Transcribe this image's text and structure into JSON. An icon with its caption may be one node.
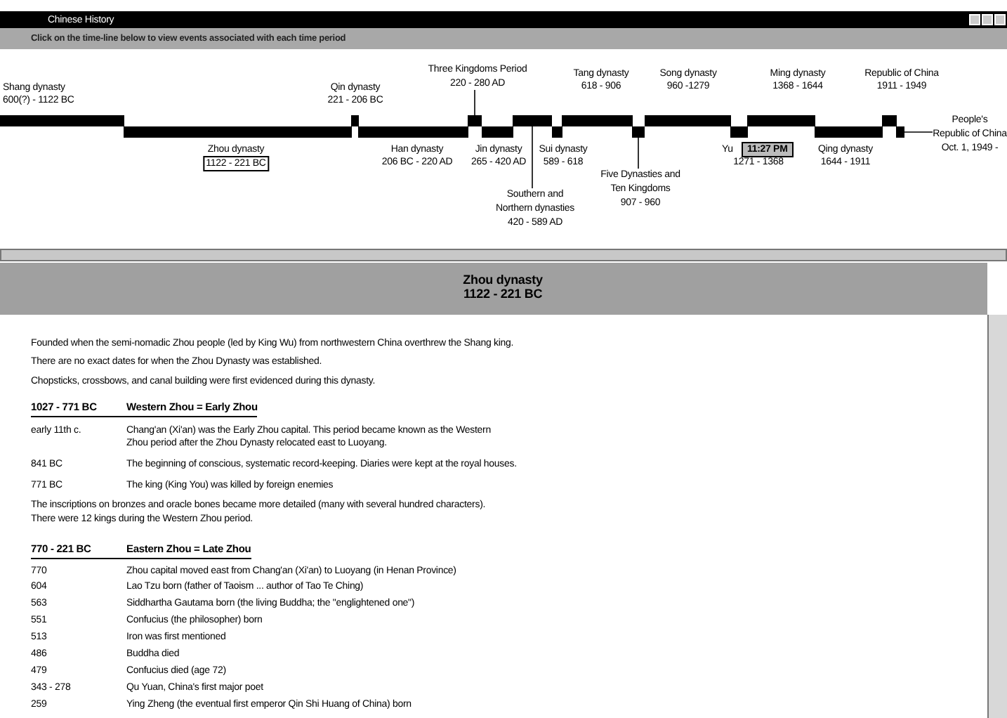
{
  "diagram": {
    "nodes": [
      {
        "text": [
          "Three Kingdoms Period",
          "220 - 280 AD"
        ]
      },
      {
        "text": [],
        "shape": "bar"
      },
      {
        "text": [
          "Southern and Northern dynasties",
          "420 - 589 AD"
        ]
      },
      {
        "text": [],
        "shape": "bar"
      },
      {
        "text": [
          "Five Dynasties and Ten Kingdoms",
          "907 - 960"
        ]
      },
      {
        "text": [],
        "shape": "bar"
      },
      {
        "text": [
          "People's Republic of China",
          "Oct. 1, 1949 -"
        ]
      },
      {
        "text": [],
        "shape": "bar"
      }
    ],
    "edges": [
      {
        "from": 0,
        "to": 1,
        "arrow": "none"
      },
      {
        "from": 2,
        "to": 3,
        "arrow": "none"
      },
      {
        "from": 4,
        "to": 5,
        "arrow": "none"
      },
      {
        "from": 6,
        "to": 7,
        "arrow": "none"
      }
    ],
    "labels": [
      "Chinese History",
      "Click on the time-line below to view events associated with each time period",
      "Shang dynasty",
      "600(?) - 1122 BC",
      "Qin dynasty",
      "221 - 206 BC",
      "Tang dynasty",
      "618 - 906",
      "Song dynasty",
      "960 -1279",
      "Ming dynasty",
      "1368 - 1644",
      "Republic of China",
      "1911 - 1949",
      "Zhou dynasty",
      "1122 - 221 BC",
      "Han dynasty",
      "206 BC - 220 AD",
      "Jin dynasty",
      "265 - 420 AD",
      "Sui dynasty",
      "589 - 618",
      "Yu",
      "1271 - 1368",
      "11:27 PM",
      "Qing dynasty",
      "1644 - 1911",
      "Zhou dynasty",
      "1122 - 221 BC",
      "Founded when the semi-nomadic Zhou people (led by King Wu) from northwestern China overthrew the Shang king.",
      "There are no exact dates for when the Zhou Dynasty was established.",
      "Chopsticks, crossbows, and canal building were first evidenced during this dynasty.",
      "1027 - 771 BC",
      "Western Zhou = Early Zhou",
      "early 11th c.",
      "Chang'an (Xi'an) was the Early Zhou capital.  This period became known as the Western Zhou period after the Zhou Dynasty relocated east to Luoyang.",
      "841 BC",
      "The beginning of conscious, systematic record-keeping.  Diaries were kept at the royal houses.",
      "771 BC",
      "The king (King You) was killed by foreign enemies",
      "The inscriptions on bronzes and oracle bones became more detailed (many with several hundred characters).",
      "There were 12 kings during the Western Zhou period.",
      "770 - 221 BC",
      "Eastern Zhou = Late Zhou",
      "770",
      "Zhou capital moved east from Chang'an (Xi'an) to Luoyang (in Henan Province)",
      "604",
      "Lao Tzu born  (father of Taoism ... author of Tao Te Ching)",
      "563",
      "Siddhartha Gautama born  (the living Buddha; the \"englightened one\")",
      "551",
      "Confucius (the philosopher) born",
      "513",
      "Iron was first mentioned",
      "486",
      "Buddha died",
      "479",
      "Confucius died (age 72)",
      "343 - 278",
      "Qu Yuan, China's first major poet",
      "259",
      "Ying Zheng (the eventual first emperor Qin Shi Huang of China) born"
    ]
  }
}
